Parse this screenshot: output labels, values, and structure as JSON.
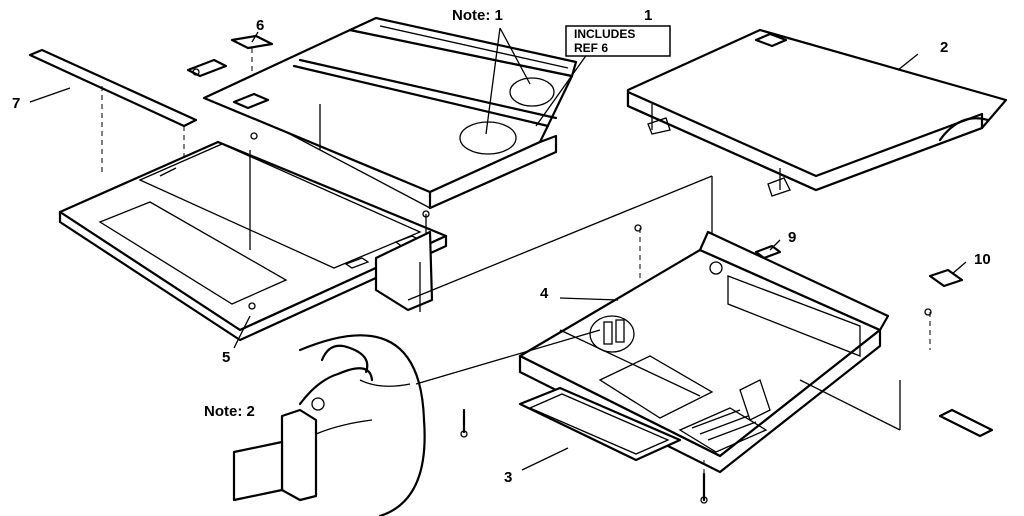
{
  "labels": {
    "ref1": "1",
    "ref2": "2",
    "ref3": "3",
    "ref4": "4",
    "ref5": "5",
    "ref6": "6",
    "ref7": "7",
    "ref9": "9",
    "ref10": "10",
    "note1": "Note: 1",
    "note2": "Note: 2",
    "includes_line1": "INCLUDES",
    "includes_line2": "REF 6"
  }
}
